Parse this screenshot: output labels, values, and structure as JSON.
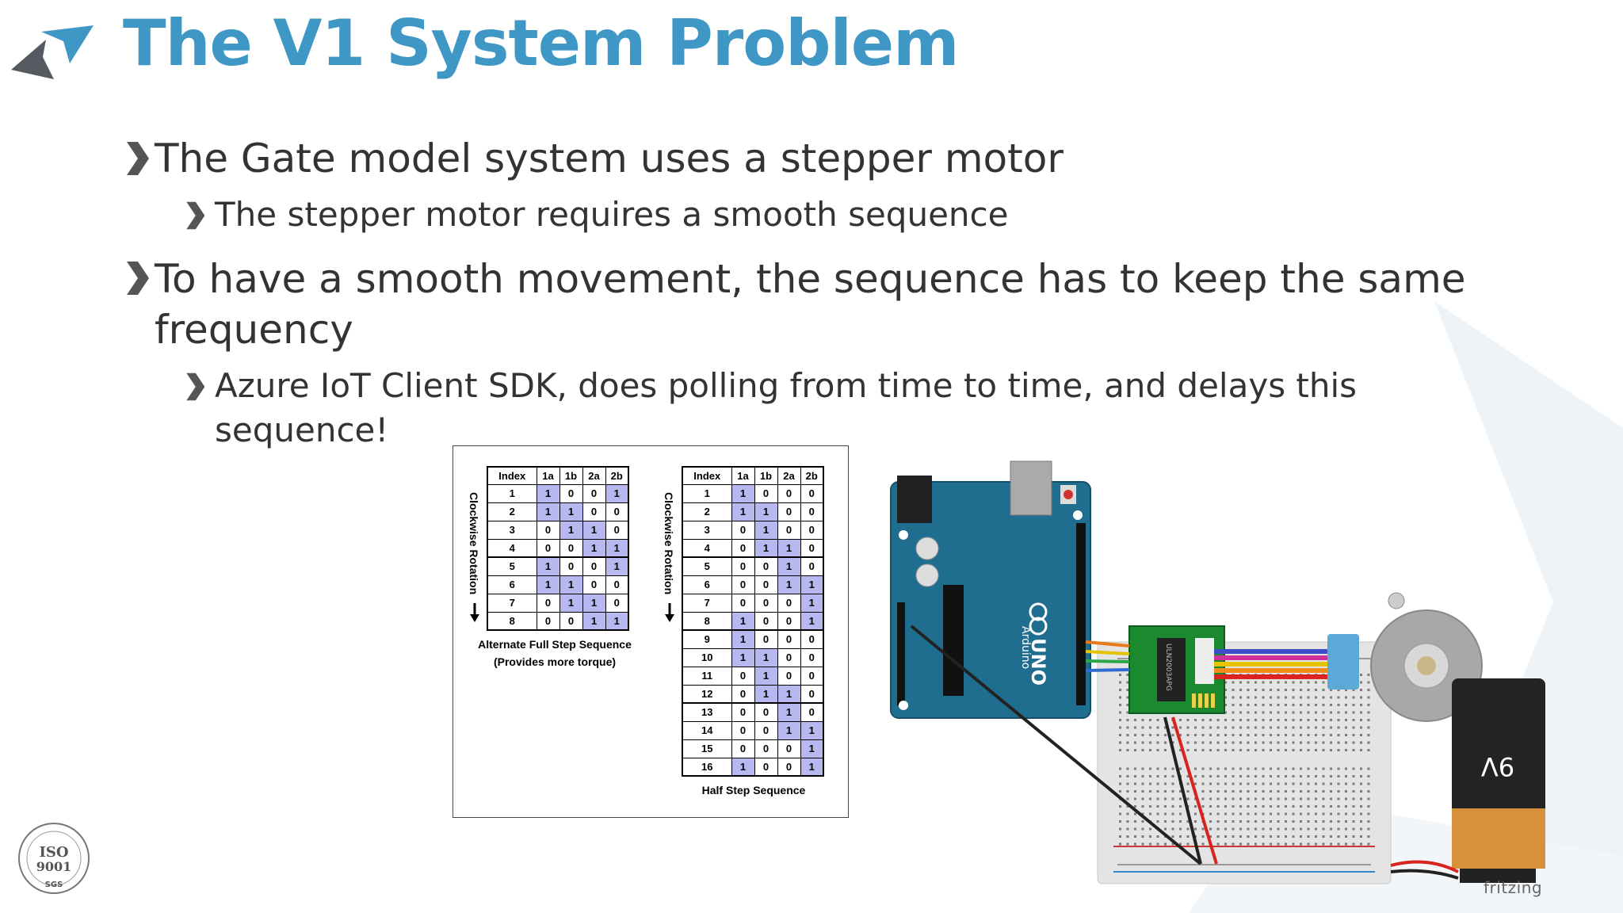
{
  "slide": {
    "title": "The V1 System Problem",
    "bullets": [
      {
        "level": 1,
        "text": "The Gate model system uses a stepper motor"
      },
      {
        "level": 2,
        "text": "The stepper motor requires a smooth sequence"
      },
      {
        "level": 1,
        "lines": [
          "To have a smooth movement, the sequence has to keep the same",
          "frequency"
        ]
      },
      {
        "level": 2,
        "lines": [
          "Azure IoT Client SDK, does polling from time to time, and delays this",
          "sequence!"
        ]
      }
    ]
  },
  "colors": {
    "title": "#3f97c5",
    "highlight": "#b8b8f0",
    "bg_shape": "#eef3f7"
  },
  "full_step_table": {
    "side_label": "Clockwise Rotation",
    "headers": [
      "Index",
      "1a",
      "1b",
      "2a",
      "2b"
    ],
    "rows": [
      [
        "1",
        "1",
        "0",
        "0",
        "1"
      ],
      [
        "2",
        "1",
        "1",
        "0",
        "0"
      ],
      [
        "3",
        "0",
        "1",
        "1",
        "0"
      ],
      [
        "4",
        "0",
        "0",
        "1",
        "1"
      ],
      [
        "5",
        "1",
        "0",
        "0",
        "1"
      ],
      [
        "6",
        "1",
        "1",
        "0",
        "0"
      ],
      [
        "7",
        "0",
        "1",
        "1",
        "0"
      ],
      [
        "8",
        "0",
        "0",
        "1",
        "1"
      ]
    ],
    "caption_line1": "Alternate Full Step Sequence",
    "caption_line2": "(Provides more torque)"
  },
  "half_step_table": {
    "side_label": "Clockwise Rotation",
    "headers": [
      "Index",
      "1a",
      "1b",
      "2a",
      "2b"
    ],
    "rows": [
      [
        "1",
        "1",
        "0",
        "0",
        "0"
      ],
      [
        "2",
        "1",
        "1",
        "0",
        "0"
      ],
      [
        "3",
        "0",
        "1",
        "0",
        "0"
      ],
      [
        "4",
        "0",
        "1",
        "1",
        "0"
      ],
      [
        "5",
        "0",
        "0",
        "1",
        "0"
      ],
      [
        "6",
        "0",
        "0",
        "1",
        "1"
      ],
      [
        "7",
        "0",
        "0",
        "0",
        "1"
      ],
      [
        "8",
        "1",
        "0",
        "0",
        "1"
      ],
      [
        "9",
        "1",
        "0",
        "0",
        "0"
      ],
      [
        "10",
        "1",
        "1",
        "0",
        "0"
      ],
      [
        "11",
        "0",
        "1",
        "0",
        "0"
      ],
      [
        "12",
        "0",
        "1",
        "1",
        "0"
      ],
      [
        "13",
        "0",
        "0",
        "1",
        "0"
      ],
      [
        "14",
        "0",
        "0",
        "1",
        "1"
      ],
      [
        "15",
        "0",
        "0",
        "0",
        "1"
      ],
      [
        "16",
        "1",
        "0",
        "0",
        "1"
      ]
    ],
    "caption": "Half Step Sequence"
  },
  "circuit": {
    "board_label": "UNO",
    "board_brand": "Arduino",
    "driver_chip": "ULN2003APG",
    "battery_label": "9V",
    "watermark": "fritzing"
  },
  "iso_badge": {
    "line1": "ISO",
    "line2": "9001",
    "line3": "SGS"
  }
}
